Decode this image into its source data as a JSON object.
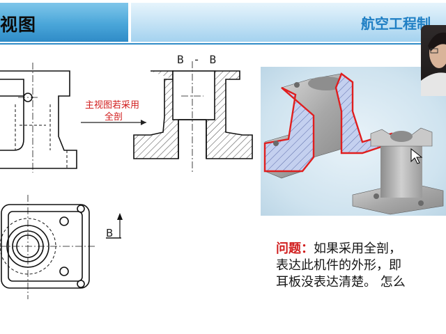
{
  "header": {
    "title": "剖视图",
    "brand": "航空工程制"
  },
  "drawings": {
    "section_label": "B - B",
    "arrow_caption_line1": "主视图若采用",
    "arrow_caption_line2": "全剖",
    "cut_plane_label": "B"
  },
  "question": {
    "label": "问题：",
    "line1": "如果采用全剖，",
    "line2": "表达此机件的外形，即",
    "line3": "耳板没表达清楚。  怎么"
  },
  "colors": {
    "title_bar": "#4aa6d9",
    "brand_text": "#1f7fc4",
    "caption_red": "#d11d1d",
    "section_hatch_red": "#e01e1e",
    "hatch_fill": "#b8c8ea"
  }
}
